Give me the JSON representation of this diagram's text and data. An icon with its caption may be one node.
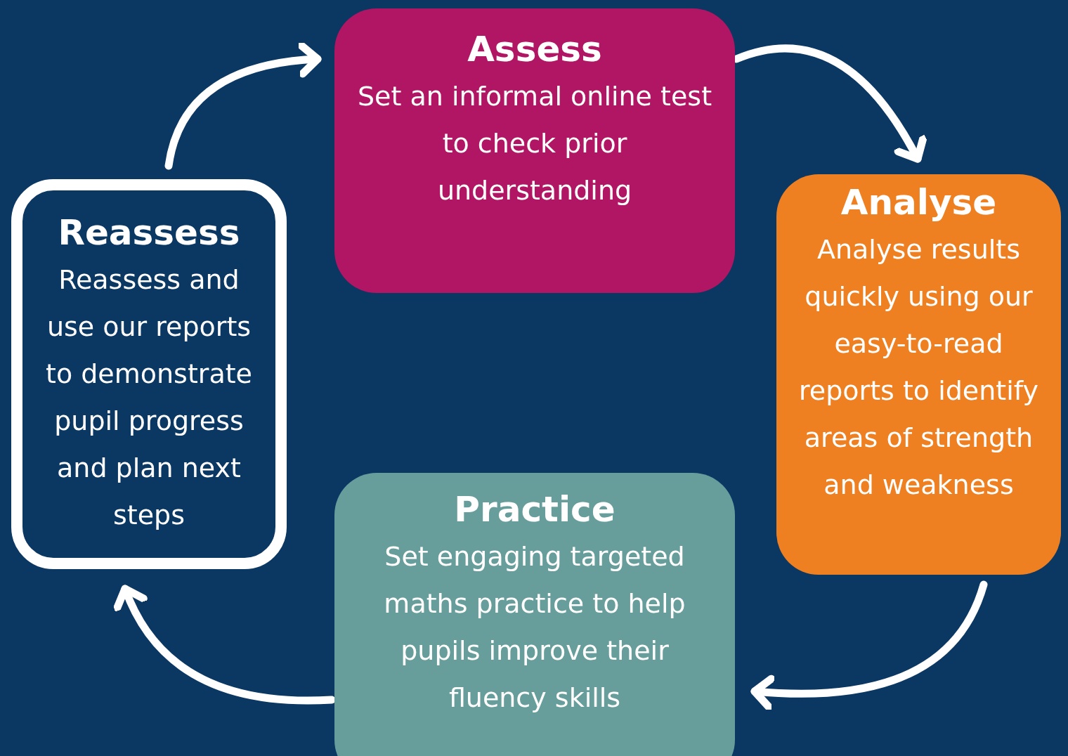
{
  "diagram": {
    "nodes": [
      {
        "text": [
          "Assess",
          "Set an informal online test to check prior understanding"
        ]
      },
      {
        "text": [
          "Analyse",
          "Analyse results quickly using our easy-to-read reports to identify areas of strength and weakness"
        ]
      },
      {
        "text": [
          "Practice",
          "Set engaging targeted maths practice to help pupils improve their fluency skills"
        ]
      },
      {
        "text": [
          "Reassess",
          "Reassess and use our reports to demonstrate pupil progress and plan next steps"
        ]
      }
    ],
    "edges": [
      {
        "from": 0,
        "to": 1,
        "arrow": "to"
      },
      {
        "from": 1,
        "to": 2,
        "arrow": "to"
      },
      {
        "from": 2,
        "to": 3,
        "arrow": "to"
      },
      {
        "from": 3,
        "to": 0,
        "arrow": "to"
      }
    ]
  }
}
